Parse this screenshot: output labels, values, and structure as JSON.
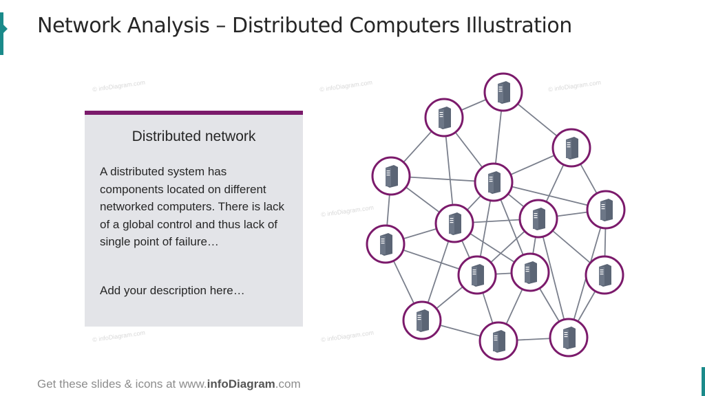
{
  "title": "Network Analysis – Distributed Computers Illustration",
  "card": {
    "heading": "Distributed network",
    "body": "A distributed system has components located on different networked computers. There is lack of a global control and thus lack of single point of failure…",
    "note": "Add your description here…"
  },
  "footer": {
    "prefix": "Get these slides & icons at www.",
    "brand": "infoDiagram",
    "suffix": ".com"
  },
  "watermark_text": "© infoDiagram.com",
  "colors": {
    "accent": "#7b1a6b",
    "teal": "#1a8a8a",
    "server": "#5b6575",
    "edge": "#7a7f8c"
  },
  "network": {
    "node_icon": "server-icon",
    "node_count": 15,
    "edge_count": 37
  }
}
